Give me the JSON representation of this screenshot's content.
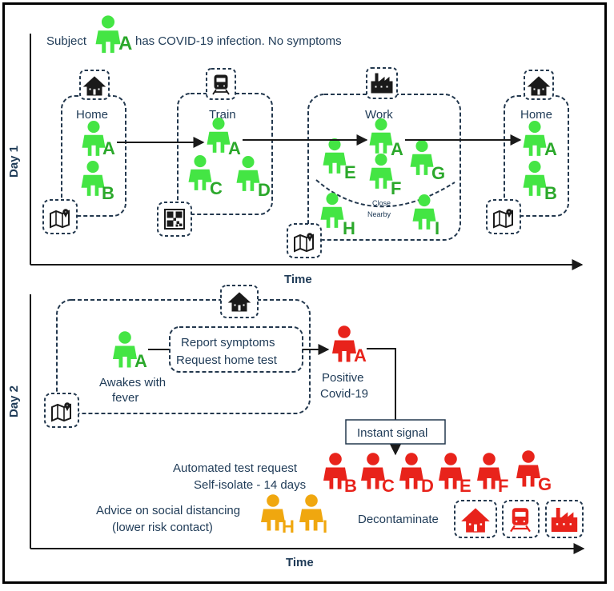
{
  "colors": {
    "green": "#44e544",
    "red": "#e8231b",
    "orange": "#f0a70f",
    "dark": "#1f3b57",
    "dash": "#23384e"
  },
  "header": {
    "subject_prefix": "Subject",
    "subject_letter": "A",
    "subject_suffix": "has COVID-19 infection. No symptoms"
  },
  "day1": {
    "axis_label": "Day 1",
    "time_label": "Time",
    "home": {
      "label": "Home",
      "icon": "house-icon",
      "people": [
        "A",
        "B"
      ]
    },
    "train": {
      "label": "Train",
      "icon": "train-icon",
      "people": [
        "A",
        "C",
        "D"
      ]
    },
    "work": {
      "label": "Work",
      "icon": "factory-icon",
      "people": [
        "A",
        "E",
        "F",
        "G",
        "H",
        "I"
      ],
      "close_label": "Close",
      "nearby_label": "Nearby"
    },
    "home_end": {
      "label": "Home",
      "icon": "house-icon",
      "people": [
        "A",
        "B"
      ]
    }
  },
  "day2": {
    "axis_label": "Day 2",
    "time_label": "Time",
    "awake_letter": "A",
    "awake_line1": "Awakes with",
    "awake_line2": "fever",
    "report_line1": "Report symptoms",
    "report_line2": "Request home test",
    "positive_letter": "A",
    "positive_line1": "Positive",
    "positive_line2": "Covid-19",
    "signal_label": "Instant signal",
    "automated_line1": "Automated test request",
    "automated_line2": "Self-isolate - 14 days",
    "red_people": [
      "B",
      "C",
      "D",
      "E",
      "F",
      "G"
    ],
    "advice_line1": "Advice on social distancing",
    "advice_line2": "(lower risk contact)",
    "orange_people": [
      "H",
      "I"
    ],
    "decontaminate_label": "Decontaminate",
    "decontaminate_icons": [
      "house-icon",
      "train-icon",
      "factory-icon"
    ]
  }
}
